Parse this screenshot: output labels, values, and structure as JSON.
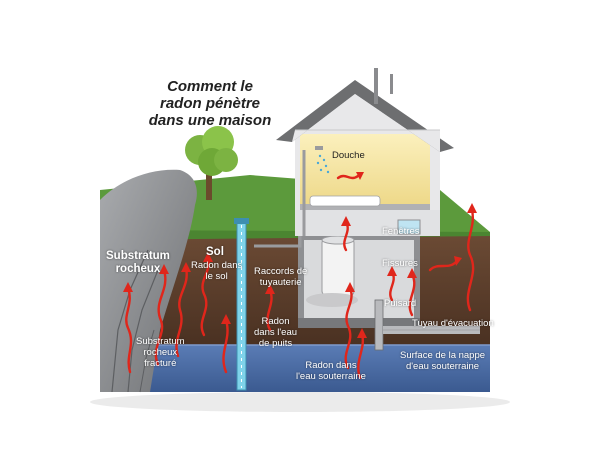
{
  "title": {
    "line1": "Comment le",
    "line2": "radon pénètre",
    "line3": "dans une maison"
  },
  "labels": {
    "substratum_rocheux_1": "Substratum",
    "substratum_rocheux_2": "rocheux",
    "sol": "Sol",
    "radon_sol_1": "Radon dans",
    "radon_sol_2": "le sol",
    "raccords_1": "Raccords de",
    "raccords_2": "tuyauterie",
    "radon_puits_1": "Radon",
    "radon_puits_2": "dans l'eau",
    "radon_puits_3": "de puits",
    "substratum_fracture_1": "Substratum",
    "substratum_fracture_2": "rocheux",
    "substratum_fracture_3": "fracturé",
    "douche": "Douche",
    "fenetres": "Fenêtres",
    "fissures": "Fissures",
    "puisard": "Puisard",
    "tuyau": "Tuyau d'évacuation",
    "radon_eau_sout_1": "Radon dans",
    "radon_eau_sout_2": "l'eau souterraine",
    "nappe_1": "Surface de la nappe",
    "nappe_2": "d'eau souterraine"
  },
  "colors": {
    "grass": "#5c9a3c",
    "soil": "#5a3d2b",
    "water": "#4d6fa8",
    "rock": "#8d8f92",
    "radon_arrow": "#e0261b",
    "house_wall": "#e8e8ea",
    "roof": "#6d6e70",
    "room_light": "#f5e7a6"
  }
}
